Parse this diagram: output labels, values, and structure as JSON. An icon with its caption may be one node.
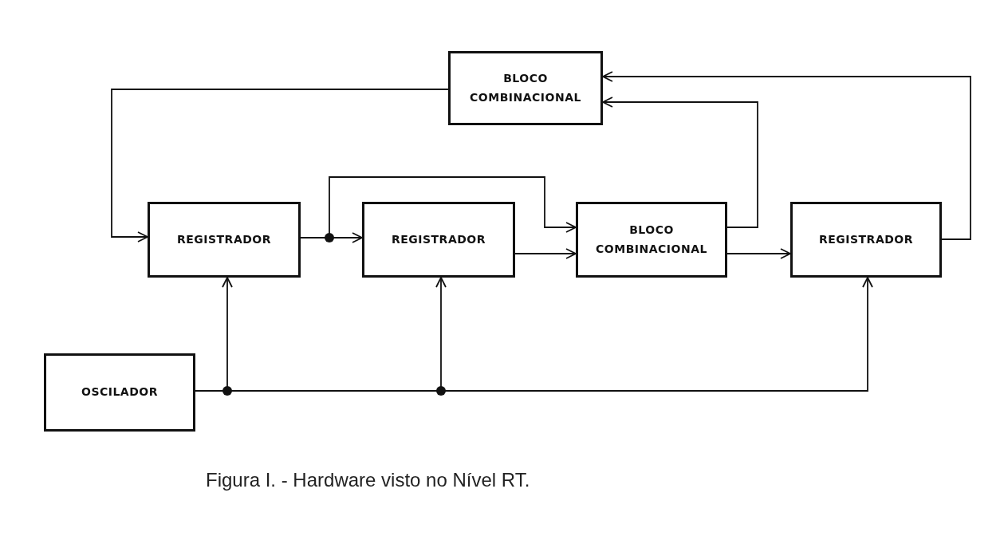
{
  "diagram": {
    "caption": "Figura I. - Hardware visto no Nível RT.",
    "nodes": [
      {
        "text": [
          "BLOCO COMBINACIONAL"
        ]
      },
      {
        "text": [
          "REGISTRADOR"
        ]
      },
      {
        "text": [
          "REGISTRADOR"
        ]
      },
      {
        "text": [
          "BLOCO COMBINACIONAL"
        ]
      },
      {
        "text": [
          "REGISTRADOR"
        ]
      },
      {
        "text": [
          "OSCILADOR"
        ]
      }
    ],
    "edges": [
      {
        "from": 0,
        "to": 1,
        "arrow": "to"
      },
      {
        "from": 1,
        "to": 2,
        "arrow": "to"
      },
      {
        "from": 1,
        "to": 3,
        "arrow": "to"
      },
      {
        "from": 2,
        "to": 3,
        "arrow": "to"
      },
      {
        "from": 3,
        "to": 4,
        "arrow": "to"
      },
      {
        "from": 3,
        "to": 0,
        "arrow": "to"
      },
      {
        "from": 4,
        "to": 0,
        "arrow": "to"
      },
      {
        "from": 5,
        "to": 1,
        "arrow": "to"
      },
      {
        "from": 5,
        "to": 2,
        "arrow": "to"
      },
      {
        "from": 5,
        "to": 4,
        "arrow": "to"
      }
    ]
  }
}
